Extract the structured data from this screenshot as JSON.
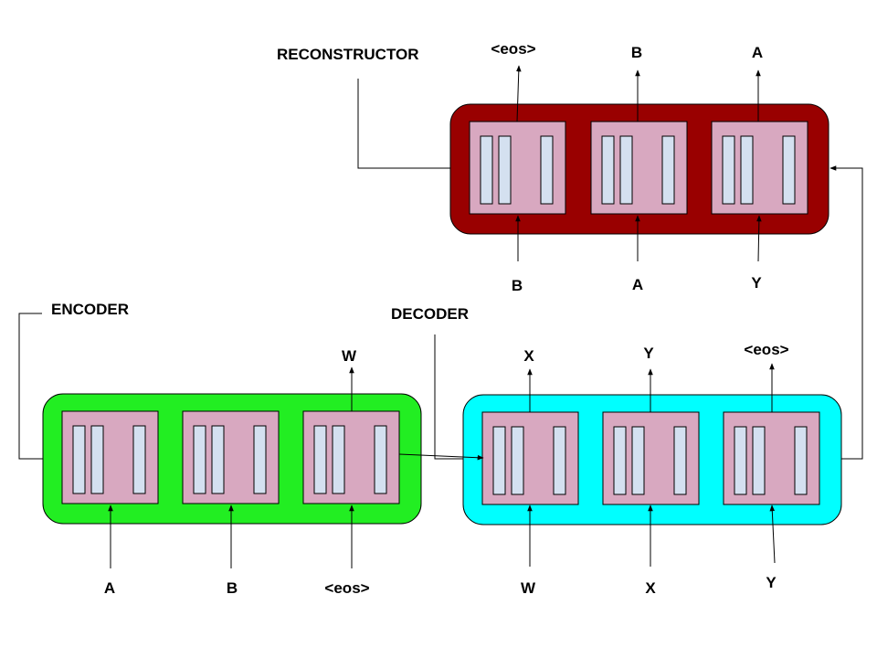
{
  "colors": {
    "encoder": "#22ee22",
    "decoder": "#00ffff",
    "reconstructor": "#990000",
    "cell": "#d8a8c0",
    "bar": "#d4e0f0"
  },
  "reconstructor": {
    "label": "RECONSTRUCTOR",
    "inputs": [
      "B",
      "A",
      "Y"
    ],
    "outputs": [
      "<eos>",
      "B",
      "A"
    ]
  },
  "encoder": {
    "label": "ENCODER",
    "inputs": [
      "A",
      "B",
      "<eos>"
    ],
    "outputs": [
      "W"
    ]
  },
  "decoder": {
    "label": "DECODER",
    "inputs": [
      "W",
      "X",
      "Y"
    ],
    "outputs": [
      "X",
      "Y",
      "<eos>"
    ]
  }
}
